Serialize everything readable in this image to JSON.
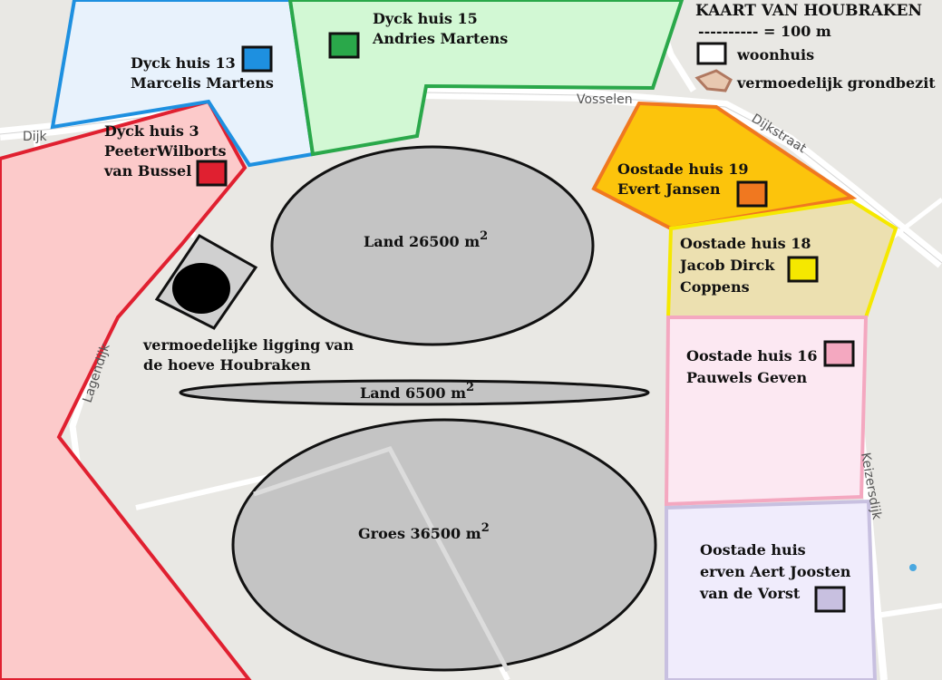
{
  "legend": {
    "title": "KAART VAN HOUBRAKEN",
    "scale": "---------- = 100 m",
    "house": "woonhuis",
    "land": "vermoedelijk grondbezit"
  },
  "roads": {
    "dijk": "Dijk",
    "vosselen": "Vosselen",
    "dijkstraat": "Dijkstraat",
    "lagendijk": "Lagendijk",
    "keizersdijk": "Keizersdijk"
  },
  "parcels": {
    "dyck13": {
      "line1": "Dyck huis 13",
      "line2": "Marcelis Martens"
    },
    "dyck15": {
      "line1": "Dyck huis 15",
      "line2": "Andries Martens"
    },
    "dyck3": {
      "line1": "Dyck huis 3",
      "line2": "PeeterWilborts",
      "line3": "van Bussel"
    },
    "oostade19": {
      "line1": "Oostade huis 19",
      "line2": "Evert Jansen"
    },
    "oostade18": {
      "line1": "Oostade huis 18",
      "line2": "Jacob Dirck",
      "line3": "Coppens"
    },
    "oostade16": {
      "line1": "Oostade huis 16",
      "line2": "Pauwels Geven"
    },
    "oostadeErven": {
      "line1": "Oostade huis",
      "line2": "erven Aert Joosten",
      "line3": "van de Vorst"
    }
  },
  "fields": {
    "land1": {
      "label": "Land 26500 m",
      "sup": "2"
    },
    "land2": {
      "label": "Land 6500 m",
      "sup": "2"
    },
    "groes": {
      "label": "Groes 36500 m",
      "sup": "2"
    }
  },
  "hoeve": {
    "line1": "vermoedelijke ligging van",
    "line2": "de hoeve Houbraken"
  },
  "colors": {
    "dyck13": "#1e90e0",
    "dyck15": "#2aa84a",
    "dyck3": "#e02030",
    "oostade19": "#f07820",
    "oostade18": "#f5e800",
    "oostade16": "#f4a8c0",
    "oostadeErven": "#c8c0e0"
  }
}
